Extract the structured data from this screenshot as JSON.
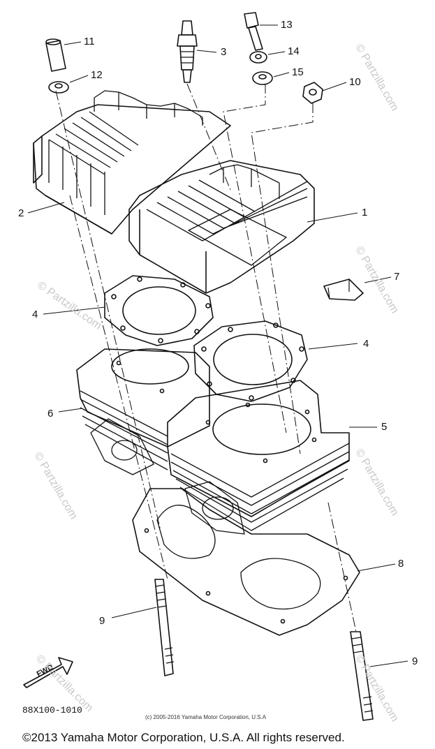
{
  "callouts": {
    "c1": "1",
    "c2": "2",
    "c3": "3",
    "c4a": "4",
    "c4b": "4",
    "c5": "5",
    "c6": "6",
    "c7": "7",
    "c8": "8",
    "c9a": "9",
    "c9b": "9",
    "c10": "10",
    "c11": "11",
    "c12": "12",
    "c13": "13",
    "c14": "14",
    "c15": "15"
  },
  "fwd_label": "FWD",
  "part_code": "88X100-1010",
  "small_copyright": "(c) 2005-2016 Yamaha Motor Corporation, U.S.A",
  "footer_copyright": "©2013 Yamaha Motor Corporation, U.S.A. All rights reserved.",
  "watermark": "© Partzilla.com"
}
